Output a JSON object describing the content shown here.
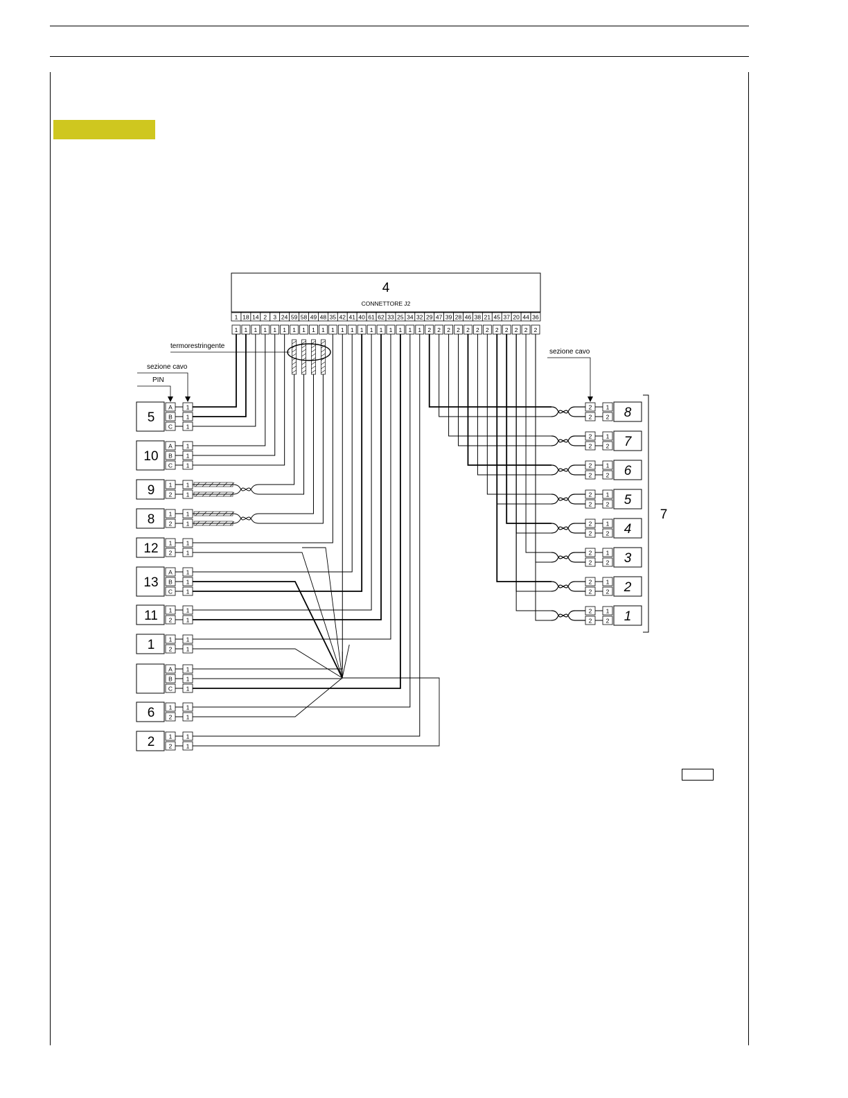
{
  "connector": {
    "number": "4",
    "title": "CONNETTORE J2",
    "pins": [
      "1",
      "18",
      "14",
      "2",
      "3",
      "24",
      "59",
      "58",
      "49",
      "48",
      "35",
      "42",
      "41",
      "40",
      "61",
      "62",
      "33",
      "25",
      "34",
      "32",
      "29",
      "47",
      "39",
      "28",
      "46",
      "38",
      "21",
      "45",
      "37",
      "20",
      "44",
      "36"
    ],
    "sections": [
      "1",
      "1",
      "1",
      "1",
      "1",
      "1",
      "1",
      "1",
      "1",
      "1",
      "1",
      "1",
      "1",
      "1",
      "1",
      "1",
      "1",
      "1",
      "1",
      "1",
      "2",
      "2",
      "2",
      "2",
      "2",
      "2",
      "2",
      "2",
      "2",
      "2",
      "2",
      "2"
    ]
  },
  "labels": {
    "heatshrink": "termorestringente",
    "section_left": "sezione cavo",
    "pin": "PIN",
    "section_right": "sezione cavo",
    "group_right": "7"
  },
  "left_components": [
    {
      "id": "5",
      "pins": [
        "A",
        "B",
        "C"
      ],
      "sections": [
        "1",
        "1",
        "1"
      ]
    },
    {
      "id": "10",
      "pins": [
        "A",
        "B",
        "C"
      ],
      "sections": [
        "1",
        "1",
        "1"
      ]
    },
    {
      "id": "9",
      "pins": [
        "1",
        "2"
      ],
      "sections": [
        "1",
        "1"
      ]
    },
    {
      "id": "8",
      "pins": [
        "1",
        "2"
      ],
      "sections": [
        "1",
        "1"
      ]
    },
    {
      "id": "12",
      "pins": [
        "1",
        "2"
      ],
      "sections": [
        "1",
        "1"
      ]
    },
    {
      "id": "13",
      "pins": [
        "A",
        "B",
        "C"
      ],
      "sections": [
        "1",
        "1",
        "1"
      ]
    },
    {
      "id": "11",
      "pins": [
        "1",
        "2"
      ],
      "sections": [
        "1",
        "1"
      ]
    },
    {
      "id": "1",
      "pins": [
        "1",
        "2"
      ],
      "sections": [
        "1",
        "1"
      ]
    },
    {
      "id": "",
      "pins": [
        "A",
        "B",
        "C"
      ],
      "sections": [
        "1",
        "1",
        "1"
      ]
    },
    {
      "id": "6",
      "pins": [
        "1",
        "2"
      ],
      "sections": [
        "1",
        "1"
      ]
    },
    {
      "id": "2",
      "pins": [
        "1",
        "2"
      ],
      "sections": [
        "1",
        "1"
      ]
    }
  ],
  "right_components": [
    {
      "id": "8",
      "pins": [
        "1",
        "2"
      ],
      "sections": [
        "2",
        "2"
      ]
    },
    {
      "id": "7",
      "pins": [
        "1",
        "2"
      ],
      "sections": [
        "2",
        "2"
      ]
    },
    {
      "id": "6",
      "pins": [
        "1",
        "2"
      ],
      "sections": [
        "2",
        "2"
      ]
    },
    {
      "id": "5",
      "pins": [
        "1",
        "2"
      ],
      "sections": [
        "2",
        "2"
      ]
    },
    {
      "id": "4",
      "pins": [
        "1",
        "2"
      ],
      "sections": [
        "2",
        "2"
      ]
    },
    {
      "id": "3",
      "pins": [
        "1",
        "2"
      ],
      "sections": [
        "2",
        "2"
      ]
    },
    {
      "id": "2",
      "pins": [
        "1",
        "2"
      ],
      "sections": [
        "2",
        "2"
      ]
    },
    {
      "id": "1",
      "pins": [
        "1",
        "2"
      ],
      "sections": [
        "2",
        "2"
      ]
    }
  ]
}
